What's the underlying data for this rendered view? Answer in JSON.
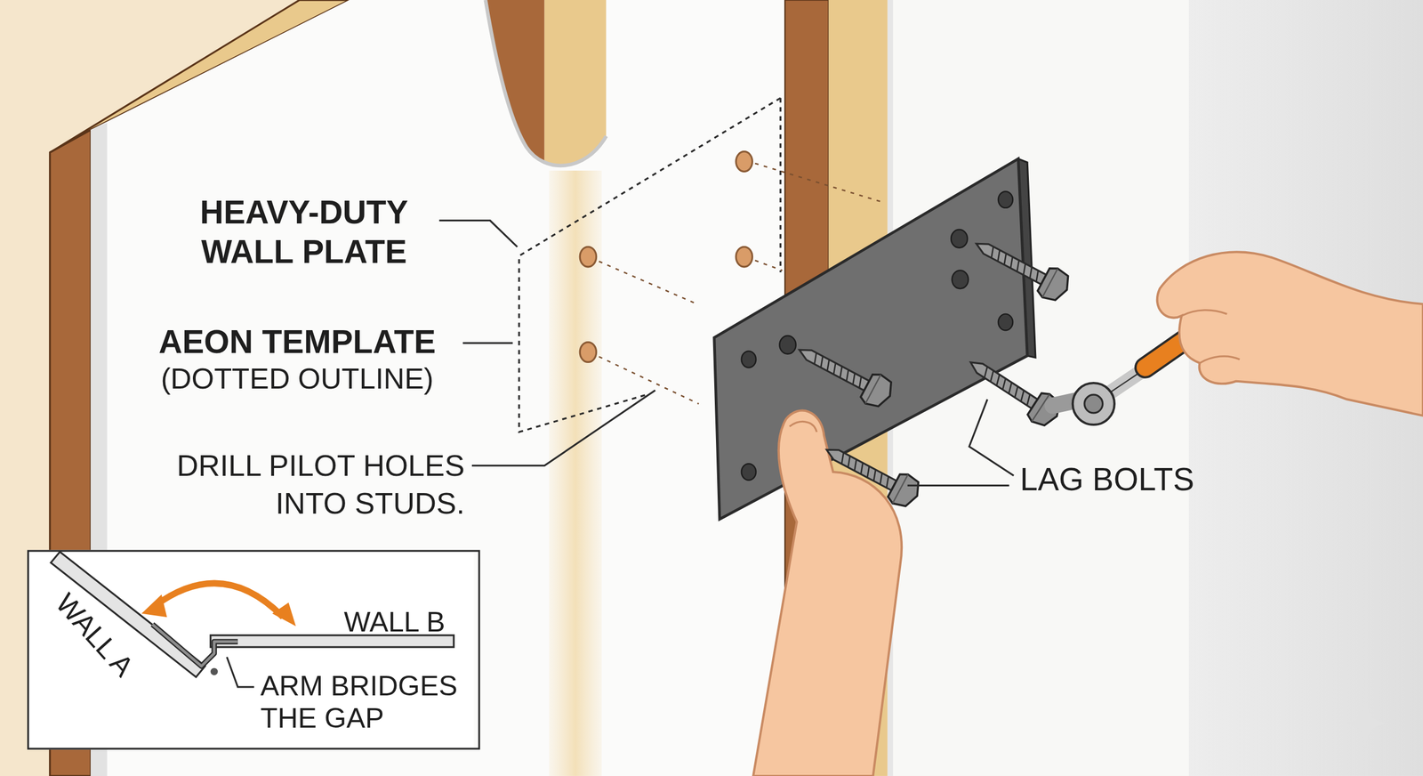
{
  "diagram": {
    "nodes": [
      {
        "text": [
          "WALL A",
          "WALL B",
          "ARM BRIDGES THE GAP"
        ]
      }
    ],
    "labels": [
      "HEAVY-DUTY WALL PLATE",
      "AEON TEMPLATE",
      "(DOTTED OUTLINE)",
      "DRILL PILOT HOLES INTO STUDS.",
      "LAG BOLTS"
    ]
  }
}
